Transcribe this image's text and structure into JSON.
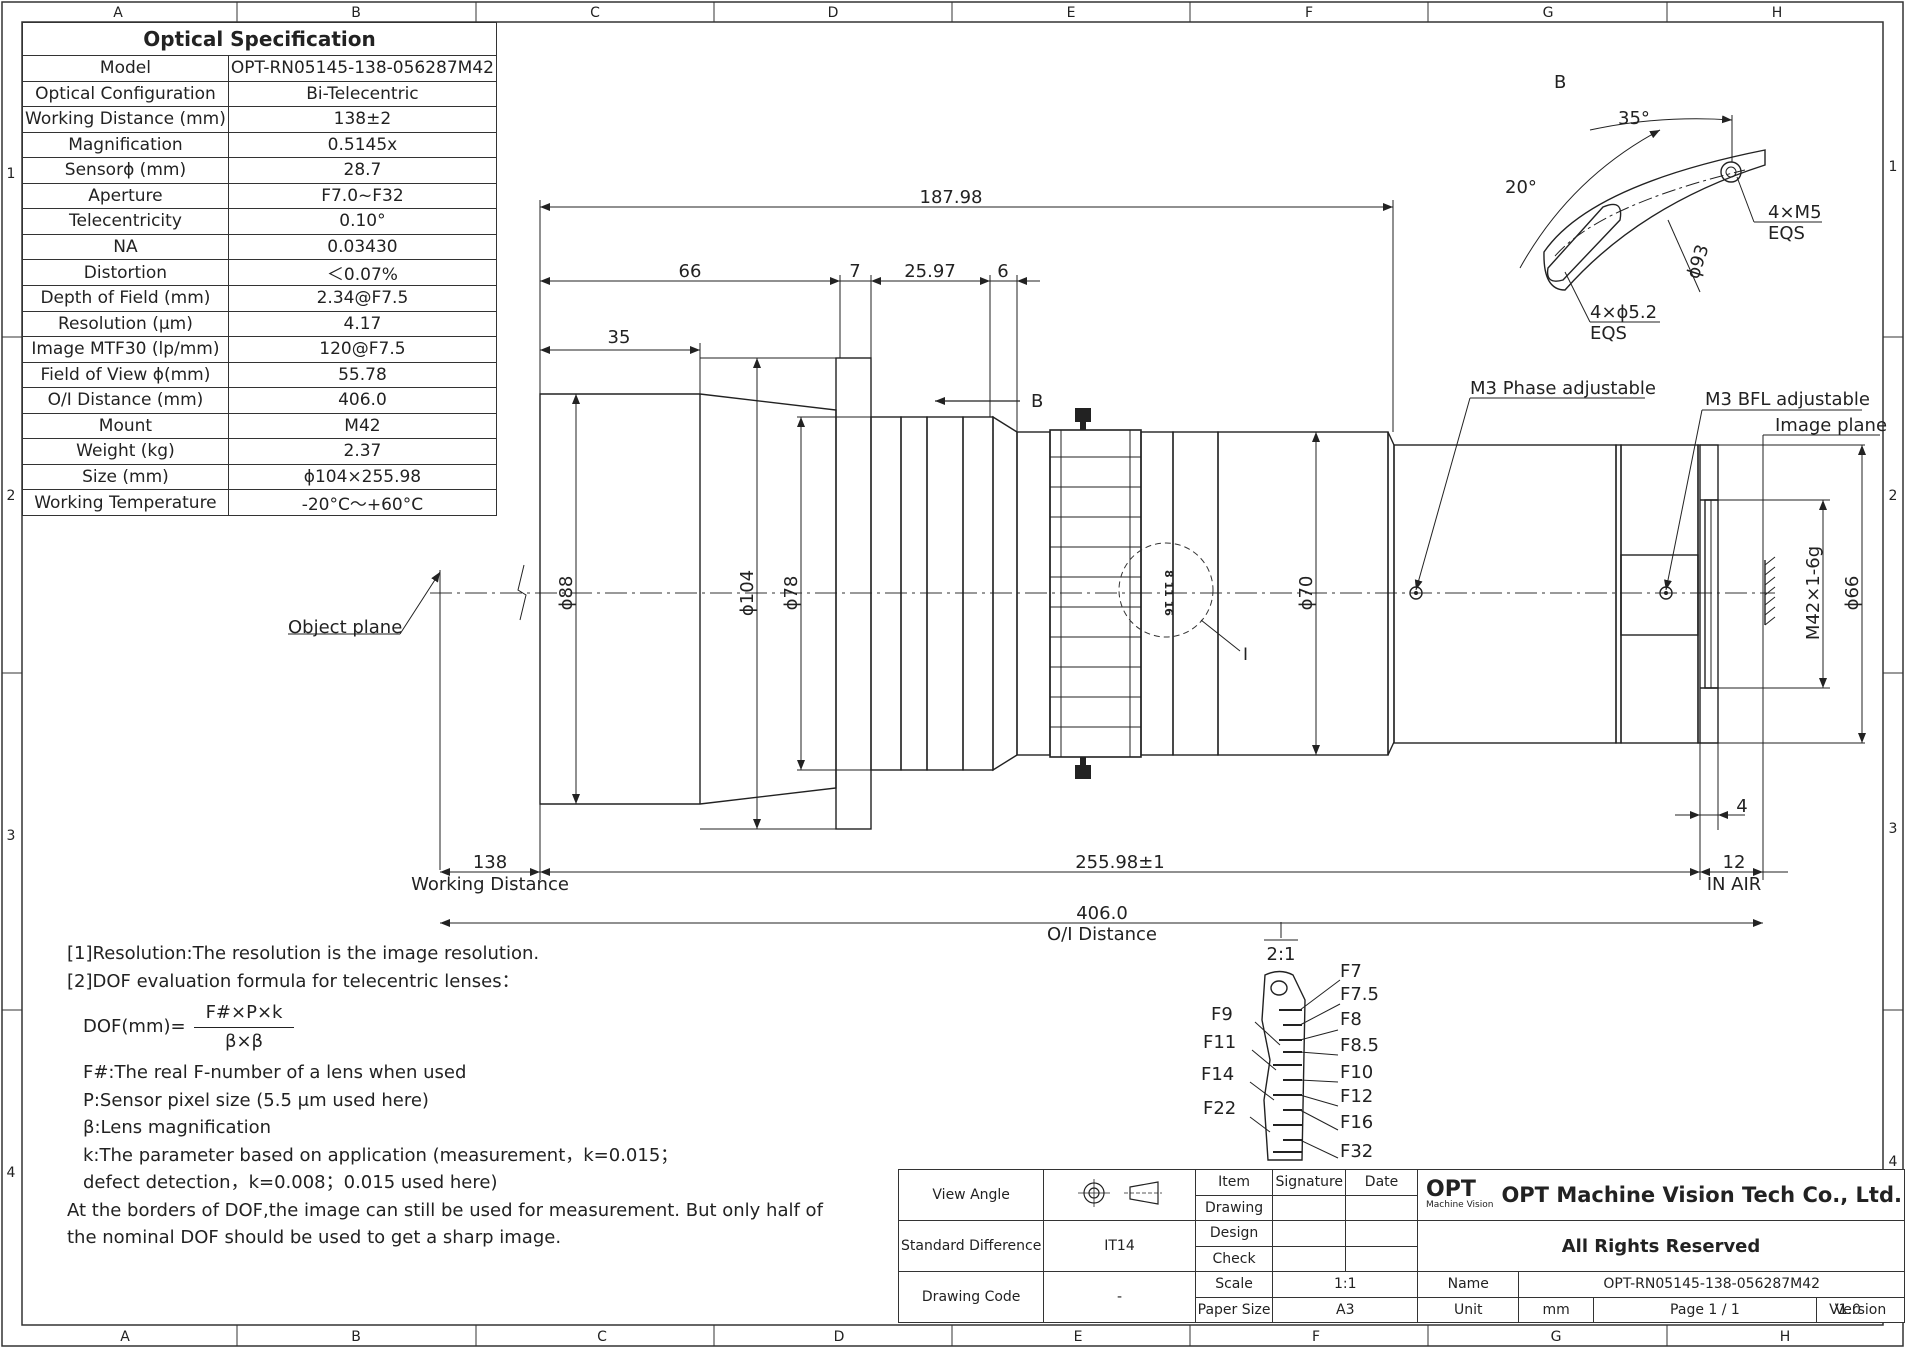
{
  "grid": {
    "columns": [
      "A",
      "B",
      "C",
      "D",
      "E",
      "F",
      "G",
      "H"
    ],
    "rows": [
      "1",
      "2",
      "3",
      "4"
    ]
  },
  "spec_table": {
    "title": "Optical Specification",
    "rows": [
      {
        "key": "Model",
        "value": "OPT-RN05145-138-056287M42"
      },
      {
        "key": "Optical Configuration",
        "value": "Bi-Telecentric"
      },
      {
        "key": "Working Distance (mm)",
        "value": "138±2"
      },
      {
        "key": "Magnification",
        "value": "0.5145x"
      },
      {
        "key": "Sensorϕ (mm)",
        "value": "28.7"
      },
      {
        "key": "Aperture",
        "value": "F7.0~F32"
      },
      {
        "key": "Telecentricity",
        "value": "0.10°"
      },
      {
        "key": "NA",
        "value": "0.03430"
      },
      {
        "key": "Distortion",
        "value": "＜0.07%"
      },
      {
        "key": "Depth of Field (mm)",
        "value": "2.34@F7.5"
      },
      {
        "key": "Resolution (μm)",
        "value": "4.17"
      },
      {
        "key": "Image MTF30 (lp/mm)",
        "value": "120@F7.5"
      },
      {
        "key": "Field of View ϕ(mm)",
        "value": "55.78"
      },
      {
        "key": "O/I Distance (mm)",
        "value": "406.0"
      },
      {
        "key": "Mount",
        "value": "M42"
      },
      {
        "key": "Weight (kg)",
        "value": "2.37"
      },
      {
        "key": "Size (mm)",
        "value": "ϕ104×255.98"
      },
      {
        "key": "Working Temperature",
        "value": "-20°C～+60°C"
      }
    ]
  },
  "dims": {
    "d187": "187.98",
    "d66": "66",
    "d7": "7",
    "d2597": "25.97",
    "d6": "6",
    "d35": "35",
    "phi88": "ϕ88",
    "phi104": "ϕ104",
    "phi78": "ϕ78",
    "phi70": "ϕ70",
    "m42": "M42×1-6g",
    "phi66": "ϕ66",
    "d4": "4",
    "d138": "138",
    "working_distance": "Working Distance",
    "d25598": "255.98±1",
    "d12": "12",
    "in_air": "IN AIR",
    "d406": "406.0",
    "oi_distance": "O/I Distance"
  },
  "labels": {
    "b_arrow": "B",
    "detail_i": "I",
    "object_plane": "Object plane",
    "m3_phase": "M3 Phase adjustable",
    "m3_bfl": "M3 BFL adjustable",
    "image_plane": "Image plane"
  },
  "detail_b": {
    "title": "B",
    "a35": "35°",
    "a20": "20°",
    "m5": "4×M5",
    "eqs1": "EQS",
    "phi93": "ϕ93",
    "slot": "4×ϕ5.2",
    "eqs2": "EQS"
  },
  "detail_scale": {
    "scale": "2:1",
    "left": [
      "F9",
      "F11",
      "F14",
      "F22"
    ],
    "right": [
      "F7",
      "F7.5",
      "F8",
      "F8.5",
      "F10",
      "F12",
      "F16",
      "F32"
    ]
  },
  "ring_marks": "8 11 16",
  "notes": {
    "n1": "[1]Resolution:The resolution is  the image resolution.",
    "n2": "[2]DOF evaluation formula for telecentric lenses：",
    "formula_lhs": "DOF(mm)=",
    "formula_num": "F#×P×k",
    "formula_den": "β×β",
    "f": "F#:The real F-number of a lens when used",
    "p": "P:Sensor pixel size (5.5 μm used here)",
    "b": "β:Lens magnification",
    "k1": "k:The parameter based on application (measurement，k=0.015；",
    "k2": "defect detection，k=0.008；0.015 used here)",
    "end1": "At the borders of DOF,the image can still be used for measurement. But only half of",
    "end2": "the nominal DOF should be used to get a sharp image."
  },
  "title_block": {
    "view_angle": "View Angle",
    "std_diff": "Standard Difference",
    "std_value": "IT14",
    "drawing_code": "Drawing Code",
    "code_value": "-",
    "item": "Item",
    "signature": "Signature",
    "date": "Date",
    "drawing": "Drawing",
    "design": "Design",
    "check": "Check",
    "scale": "Scale",
    "scale_value": "1:1",
    "paper_size": "Paper Size",
    "paper_value": "A3",
    "logo": "OPT",
    "logo_sub": "Machine Vision",
    "company": "OPT Machine Vision Tech Co., Ltd.",
    "rights": "All Rights Reserved",
    "name": "Name",
    "name_value": "OPT-RN05145-138-056287M42",
    "unit": "Unit",
    "unit_value": "mm",
    "page": "Page",
    "page_value": "1 / 1",
    "version": "Version",
    "version_value": "V1.0"
  }
}
